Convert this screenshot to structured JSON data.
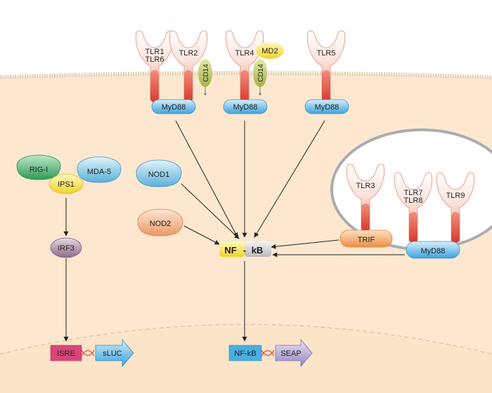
{
  "receptors": {
    "tlr1_tlr6": [
      "TLR1",
      "TLR6"
    ],
    "tlr2": "TLR2",
    "tlr4": "TLR4",
    "tlr5": "TLR5",
    "tlr3": "TLR3",
    "tlr7_tlr8": [
      "TLR7",
      "TLR8"
    ],
    "tlr9": "TLR9"
  },
  "coreceptors": {
    "cd14_a": "CD14",
    "cd14_b": "CD14",
    "md2": "MD2"
  },
  "adaptors": {
    "myd88_1": "MyD88",
    "myd88_2": "MyD88",
    "myd88_3": "MyD88",
    "myd88_4": "MyD88",
    "trif": "TRIF",
    "ips1": "IPS1",
    "irf3": "IRF3"
  },
  "cytosolic": {
    "rig1": "RIG-I",
    "mda5": "MDA-5",
    "nod1": "NOD1",
    "nod2": "NOD2"
  },
  "nfkb": {
    "left": "NF",
    "sep": "-",
    "right": "kB"
  },
  "reporters": {
    "isre": "ISRE",
    "sluc": "sLUC",
    "nfkb_box": "NF-kB",
    "seap": "SEAP"
  },
  "colors": {
    "cell": "#fde8cf",
    "membrane": "#e6d6bf",
    "endosome_border": "#a8adb2",
    "receptor_red": "#e0473c",
    "myd88_blue": "#5fb6e3",
    "trif_orange": "#f1a25e",
    "rig_green": "#3aa660",
    "ips_yellow": "#f3dd3c",
    "irf_purple": "#9c7c99",
    "nod_blue": "#6fbadf",
    "nod2_orange": "#f1a878",
    "isre_pink": "#d9457a",
    "sluc_blue": "#49aedf",
    "seap_purple": "#a897c8",
    "cd14_green": "#b6c45a",
    "md2_yellow": "#f2dd40"
  }
}
